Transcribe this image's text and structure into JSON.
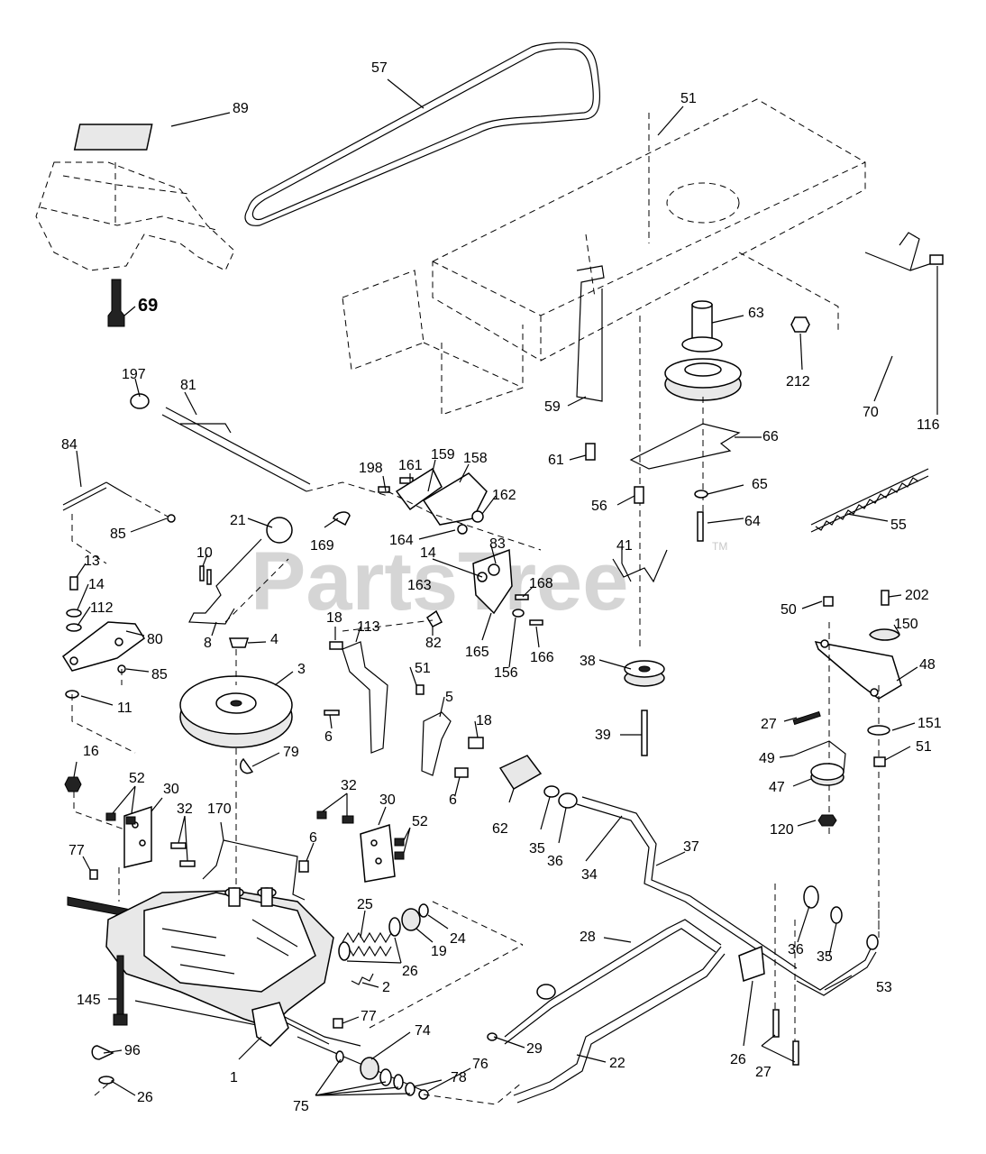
{
  "watermark": "PartsTree",
  "trademark": "TM",
  "callouts": [
    {
      "id": "c57",
      "text": "57"
    },
    {
      "id": "c89",
      "text": "89"
    },
    {
      "id": "c51a",
      "text": "51"
    },
    {
      "id": "c69",
      "text": "69"
    },
    {
      "id": "c197",
      "text": "197"
    },
    {
      "id": "c81",
      "text": "81"
    },
    {
      "id": "c63",
      "text": "63"
    },
    {
      "id": "c212",
      "text": "212"
    },
    {
      "id": "c70",
      "text": "70"
    },
    {
      "id": "c116",
      "text": "116"
    },
    {
      "id": "c59",
      "text": "59"
    },
    {
      "id": "c66",
      "text": "66"
    },
    {
      "id": "c61",
      "text": "61"
    },
    {
      "id": "c84",
      "text": "84"
    },
    {
      "id": "c198",
      "text": "198"
    },
    {
      "id": "c161",
      "text": "161"
    },
    {
      "id": "c159",
      "text": "159"
    },
    {
      "id": "c158",
      "text": "158"
    },
    {
      "id": "c162",
      "text": "162"
    },
    {
      "id": "c56",
      "text": "56"
    },
    {
      "id": "c65",
      "text": "65"
    },
    {
      "id": "c85a",
      "text": "85"
    },
    {
      "id": "c21",
      "text": "21"
    },
    {
      "id": "c169",
      "text": "169"
    },
    {
      "id": "c164",
      "text": "164"
    },
    {
      "id": "c14a",
      "text": "14"
    },
    {
      "id": "c64",
      "text": "64"
    },
    {
      "id": "c55",
      "text": "55"
    },
    {
      "id": "c10",
      "text": "10"
    },
    {
      "id": "c13",
      "text": "13"
    },
    {
      "id": "c83",
      "text": "83"
    },
    {
      "id": "c41",
      "text": "41"
    },
    {
      "id": "c163",
      "text": "163"
    },
    {
      "id": "c168",
      "text": "168"
    },
    {
      "id": "c14b",
      "text": "14"
    },
    {
      "id": "c112",
      "text": "112"
    },
    {
      "id": "c50",
      "text": "50"
    },
    {
      "id": "c202",
      "text": "202"
    },
    {
      "id": "c80",
      "text": "80"
    },
    {
      "id": "c18a",
      "text": "18"
    },
    {
      "id": "c113",
      "text": "113"
    },
    {
      "id": "c150",
      "text": "150"
    },
    {
      "id": "c8",
      "text": "8"
    },
    {
      "id": "c82",
      "text": "82"
    },
    {
      "id": "c165",
      "text": "165"
    },
    {
      "id": "c166",
      "text": "166"
    },
    {
      "id": "c4",
      "text": "4"
    },
    {
      "id": "c85b",
      "text": "85"
    },
    {
      "id": "c38",
      "text": "38"
    },
    {
      "id": "c156",
      "text": "156"
    },
    {
      "id": "c48",
      "text": "48"
    },
    {
      "id": "c3",
      "text": "3"
    },
    {
      "id": "c51b",
      "text": "51"
    },
    {
      "id": "c11",
      "text": "11"
    },
    {
      "id": "c5",
      "text": "5"
    },
    {
      "id": "c27a",
      "text": "27"
    },
    {
      "id": "c151",
      "text": "151"
    },
    {
      "id": "c18b",
      "text": "18"
    },
    {
      "id": "c6a",
      "text": "6"
    },
    {
      "id": "c39",
      "text": "39"
    },
    {
      "id": "c51c",
      "text": "51"
    },
    {
      "id": "c79",
      "text": "79"
    },
    {
      "id": "c49",
      "text": "49"
    },
    {
      "id": "c16",
      "text": "16"
    },
    {
      "id": "c52a",
      "text": "52"
    },
    {
      "id": "c6b",
      "text": "6"
    },
    {
      "id": "c47",
      "text": "47"
    },
    {
      "id": "c30a",
      "text": "30"
    },
    {
      "id": "c32a",
      "text": "32"
    },
    {
      "id": "c32b",
      "text": "32"
    },
    {
      "id": "c170",
      "text": "170"
    },
    {
      "id": "c30b",
      "text": "30"
    },
    {
      "id": "c62",
      "text": "62"
    },
    {
      "id": "c120",
      "text": "120"
    },
    {
      "id": "c52b",
      "text": "52"
    },
    {
      "id": "c35a",
      "text": "35"
    },
    {
      "id": "c6c",
      "text": "6"
    },
    {
      "id": "c36a",
      "text": "36"
    },
    {
      "id": "c37",
      "text": "37"
    },
    {
      "id": "c77a",
      "text": "77"
    },
    {
      "id": "c34",
      "text": "34"
    },
    {
      "id": "c25",
      "text": "25"
    },
    {
      "id": "c24",
      "text": "24"
    },
    {
      "id": "c28",
      "text": "28"
    },
    {
      "id": "c19",
      "text": "19"
    },
    {
      "id": "c36b",
      "text": "36"
    },
    {
      "id": "c35b",
      "text": "35"
    },
    {
      "id": "c26a",
      "text": "26"
    },
    {
      "id": "c53",
      "text": "53"
    },
    {
      "id": "c2",
      "text": "2"
    },
    {
      "id": "c145",
      "text": "145"
    },
    {
      "id": "c77b",
      "text": "77"
    },
    {
      "id": "c74",
      "text": "74"
    },
    {
      "id": "c29",
      "text": "29"
    },
    {
      "id": "c96",
      "text": "96"
    },
    {
      "id": "c1",
      "text": "1"
    },
    {
      "id": "c22",
      "text": "22"
    },
    {
      "id": "c78",
      "text": "78"
    },
    {
      "id": "c26b",
      "text": "26"
    },
    {
      "id": "c27b",
      "text": "27"
    },
    {
      "id": "c76",
      "text": "76"
    },
    {
      "id": "c26c",
      "text": "26"
    },
    {
      "id": "c75",
      "text": "75"
    }
  ]
}
